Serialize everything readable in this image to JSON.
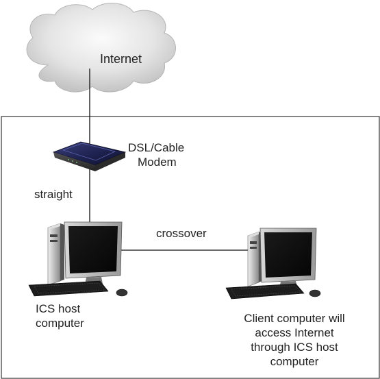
{
  "cloud": {
    "label": "Internet"
  },
  "modem": {
    "label_lines": [
      "DSL/Cable",
      "Modem"
    ]
  },
  "links": {
    "straight_label": "straight",
    "crossover_label": "crossover"
  },
  "host": {
    "label_lines": [
      "ICS host",
      "computer"
    ]
  },
  "client": {
    "label_lines": [
      "Client computer will",
      "access Internet",
      "through ICS host",
      "computer"
    ]
  }
}
